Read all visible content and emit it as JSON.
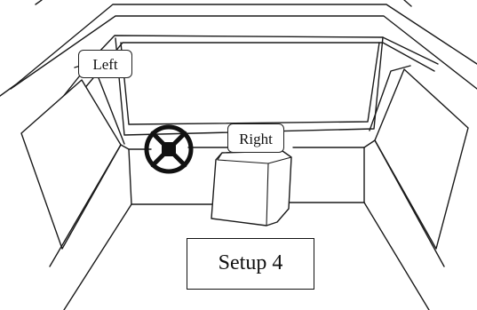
{
  "labels": {
    "left": "Left",
    "right": "Right"
  },
  "caption": "Setup 4",
  "colors": {
    "stroke": "#1a1a1a",
    "background": "#ffffff",
    "wheel": "#111111"
  },
  "icons": {
    "wheel": "steering-wheel-icon",
    "seat": "seat-block-icon"
  }
}
